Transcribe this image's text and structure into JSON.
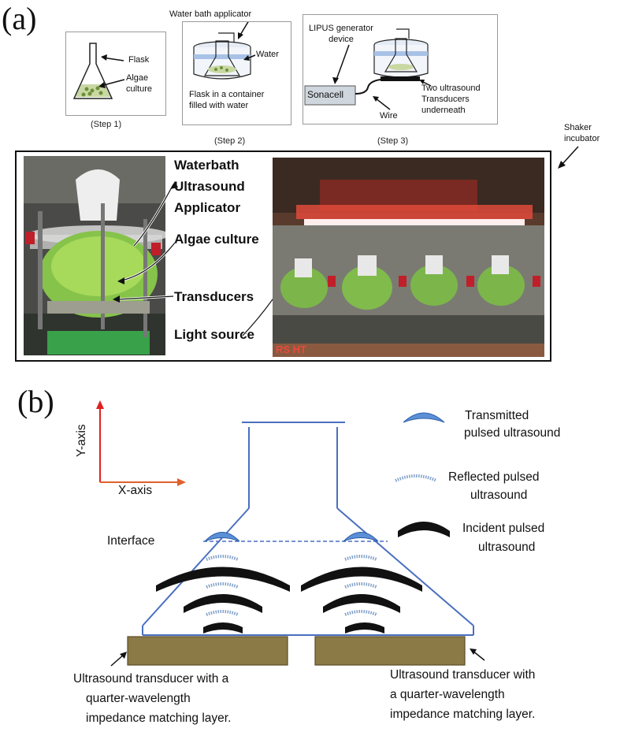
{
  "panel_a": {
    "letter": "(a)",
    "step1": {
      "flask": "Flask",
      "algae": "Algae culture",
      "caption": "(Step 1)"
    },
    "step2": {
      "applicator": "Water bath applicator",
      "water": "Water",
      "note": "Flask in a container filled with water",
      "caption": "(Step 2)"
    },
    "step3": {
      "lipus": "LIPUS generator device",
      "sonacell": "Sonacell",
      "wire": "Wire",
      "transducers": "Two ultrasound Transducers underneath",
      "caption": "(Step 3)"
    },
    "shaker": "Shaker incubator",
    "photo_labels": {
      "waterbath": "Waterbath",
      "ultrasound": "Ultrasound",
      "applicator": "Applicator",
      "algae_culture": "Algae culture",
      "transducers": "Transducers",
      "light_source": "Light source"
    },
    "photo_text": "RS HT"
  },
  "panel_b": {
    "letter": "(b)",
    "y_axis": "Y-axis",
    "x_axis": "X-axis",
    "interface": "Interface",
    "legend": {
      "transmitted": [
        "Transmitted",
        "pulsed ultrasound"
      ],
      "reflected": [
        "Reflected pulsed",
        "ultrasound"
      ],
      "incident": [
        "Incident pulsed",
        "ultrasound"
      ]
    },
    "transducer_left": [
      "Ultrasound transducer with a",
      "quarter-wavelength",
      "impedance matching layer."
    ],
    "transducer_right": [
      "Ultrasound transducer with",
      "a quarter-wavelength",
      "impedance matching layer."
    ],
    "colors": {
      "flask_line": "#4a6fbf",
      "transmitted": "#5b8fd6",
      "incident": "#111111",
      "reflected": "#7f9fc8",
      "transducer": "#8b7a45",
      "axis": "#e1602d",
      "y_axis_arrow": "#e02020"
    }
  }
}
